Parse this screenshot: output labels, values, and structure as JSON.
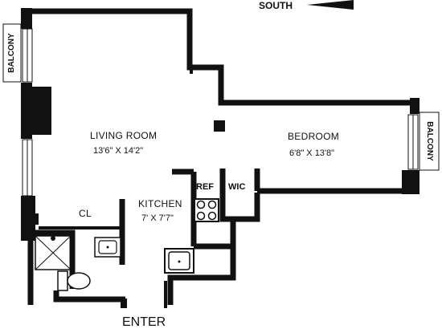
{
  "compass": "SOUTH",
  "living_room": {
    "name": "LIVING ROOM",
    "dims": "13'6\" X 14'2\""
  },
  "bedroom": {
    "name": "BEDROOM",
    "dims": "6'8\" X 13'8\""
  },
  "kitchen": {
    "name": "KITCHEN",
    "dims": "7' X 7'7\""
  },
  "closet": "CL",
  "ref": "REF",
  "wic": "WIC",
  "balcony_left": "BALCONY",
  "balcony_right": "BALCONY",
  "entry": "ENTER"
}
